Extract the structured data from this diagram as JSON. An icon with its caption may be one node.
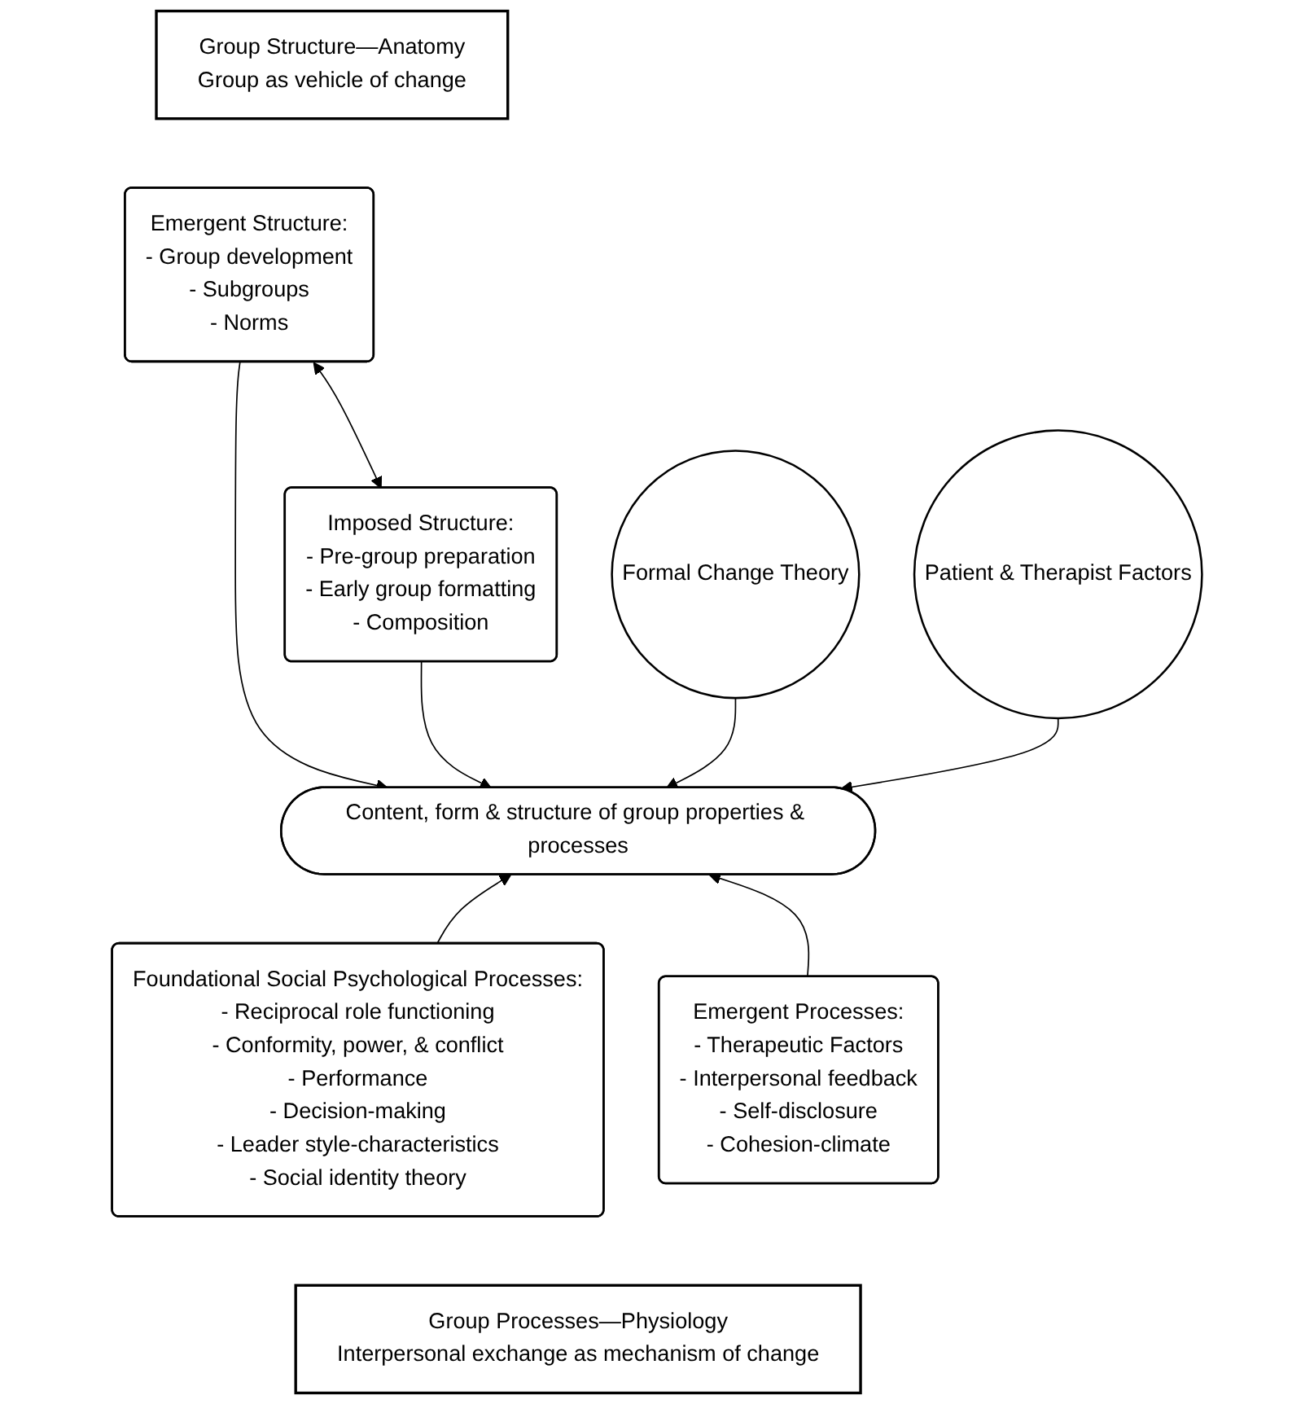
{
  "diagram": {
    "nodes": [
      {
        "text": [
          "Group Structure—Anatomy",
          "Group as vehicle of change"
        ]
      },
      {
        "text": [
          "Emergent Structure:",
          "- Group development",
          "- Subgroups",
          "- Norms"
        ]
      },
      {
        "text": [
          "Imposed Structure:",
          "- Pre-group preparation",
          "- Early group formatting",
          "- Composition"
        ]
      },
      {
        "text": [
          "Formal Change Theory"
        ]
      },
      {
        "text": [
          "Content, form & structure of group properties & processes"
        ]
      },
      {
        "text": [
          "Patient & Therapist Factors"
        ]
      },
      {
        "text": [
          "Foundational Social Psychological Processes:",
          "- Reciprocal role functioning",
          "- Conformity, power, & conflict",
          "- Performance",
          "- Decision-making",
          "- Leader style-characteristics",
          "- Social identity theory"
        ]
      },
      {
        "text": [
          "Emergent Processes:",
          "- Therapeutic Factors",
          "- Interpersonal feedback",
          "- Self-disclosure",
          "- Cohesion-climate"
        ]
      },
      {
        "text": [
          "Group Processes—Physiology",
          "Interpersonal exchange as mechanism of change"
        ]
      }
    ],
    "edges": [
      {
        "from": 1,
        "to": 2,
        "arrow": "both"
      },
      {
        "from": 1,
        "to": 4,
        "arrow": "to"
      },
      {
        "from": 2,
        "to": 4,
        "arrow": "to"
      },
      {
        "from": 3,
        "to": 4,
        "arrow": "to"
      },
      {
        "from": 5,
        "to": 4,
        "arrow": "to"
      },
      {
        "from": 6,
        "to": 4,
        "arrow": "to"
      },
      {
        "from": 7,
        "to": 4,
        "arrow": "to"
      }
    ]
  }
}
